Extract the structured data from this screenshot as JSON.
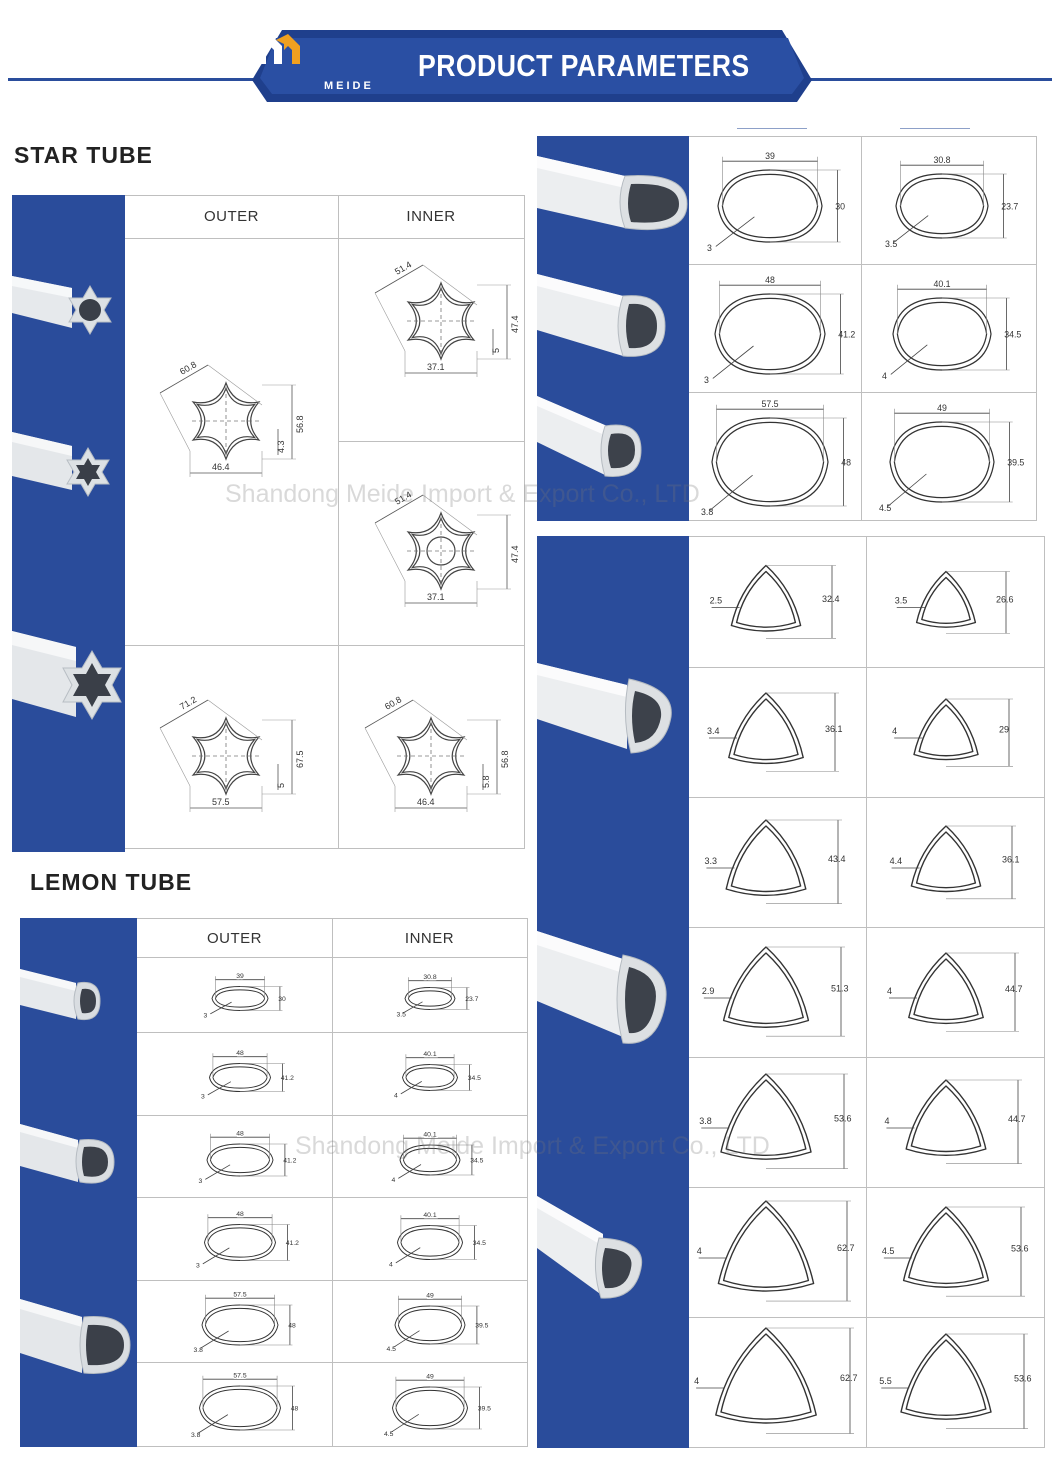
{
  "banner": {
    "title": "PRODUCT PARAMETERS",
    "brand": "MEIDE"
  },
  "star": {
    "title": "STAR TUBE",
    "outer_label": "OUTER",
    "inner_label": "INNER",
    "outer": [
      {
        "w": "60.8",
        "h": "56.8",
        "t": "4.3",
        "b": "46.4"
      },
      {
        "w": "71.2",
        "h": "67.5",
        "t": "5",
        "b": "57.5"
      }
    ],
    "inner": [
      {
        "w": "51.4",
        "h": "47.4",
        "t": "5",
        "b": "37.1"
      },
      {
        "w": "51.4",
        "h": "47.4",
        "t": "",
        "b": "37.1"
      },
      {
        "w": "60.8",
        "h": "56.8",
        "t": "5.8",
        "b": "46.4"
      }
    ]
  },
  "lemon": {
    "title": "LEMON TUBE",
    "outer_label": "OUTER",
    "inner_label": "INNER",
    "rows": [
      {
        "ow": "39",
        "oh": "30",
        "ot": "3",
        "iw": "30.8",
        "ih": "23.7",
        "it": "3.5"
      },
      {
        "ow": "48",
        "oh": "41.2",
        "ot": "3",
        "iw": "40.1",
        "ih": "34.5",
        "it": "4"
      },
      {
        "ow": "48",
        "oh": "41.2",
        "ot": "3",
        "iw": "40.1",
        "ih": "34.5",
        "it": "4"
      },
      {
        "ow": "48",
        "oh": "41.2",
        "ot": "3",
        "iw": "40.1",
        "ih": "34.5",
        "it": "4"
      },
      {
        "ow": "57.5",
        "oh": "48",
        "ot": "3.8",
        "iw": "49",
        "ih": "39.5",
        "it": "4.5"
      },
      {
        "ow": "57.5",
        "oh": "48",
        "ot": "3.8",
        "iw": "49",
        "ih": "39.5",
        "it": "4.5"
      }
    ]
  },
  "lemon_large": {
    "rows": [
      {
        "ow": "39",
        "oh": "30",
        "ot": "3",
        "iw": "30.8",
        "ih": "23.7",
        "it": "3.5"
      },
      {
        "ow": "48",
        "oh": "41.2",
        "ot": "3",
        "iw": "40.1",
        "ih": "34.5",
        "it": "4"
      },
      {
        "ow": "57.5",
        "oh": "48",
        "ot": "3.8",
        "iw": "49",
        "ih": "39.5",
        "it": "4.5"
      }
    ]
  },
  "triangle": {
    "rows": [
      {
        "lt": "2.5",
        "lh": "32.4",
        "rt": "3.5",
        "rh": "26.6"
      },
      {
        "lt": "3.4",
        "lh": "36.1",
        "rt": "4",
        "rh": "29"
      },
      {
        "lt": "3.3",
        "lh": "43.4",
        "rt": "4.4",
        "rh": "36.1"
      },
      {
        "lt": "2.9",
        "lh": "51.3",
        "rt": "4",
        "rh": "44.7"
      },
      {
        "lt": "3.8",
        "lh": "53.6",
        "rt": "4",
        "rh": "44.7"
      },
      {
        "lt": "4",
        "lh": "62.7",
        "rt": "4.5",
        "rh": "53.6"
      },
      {
        "lt": "4",
        "lh": "62.7",
        "rt": "5.5",
        "rh": "53.6"
      }
    ]
  },
  "watermark": {
    "text": "Shandong Meide Import & Export Co., LTD"
  }
}
